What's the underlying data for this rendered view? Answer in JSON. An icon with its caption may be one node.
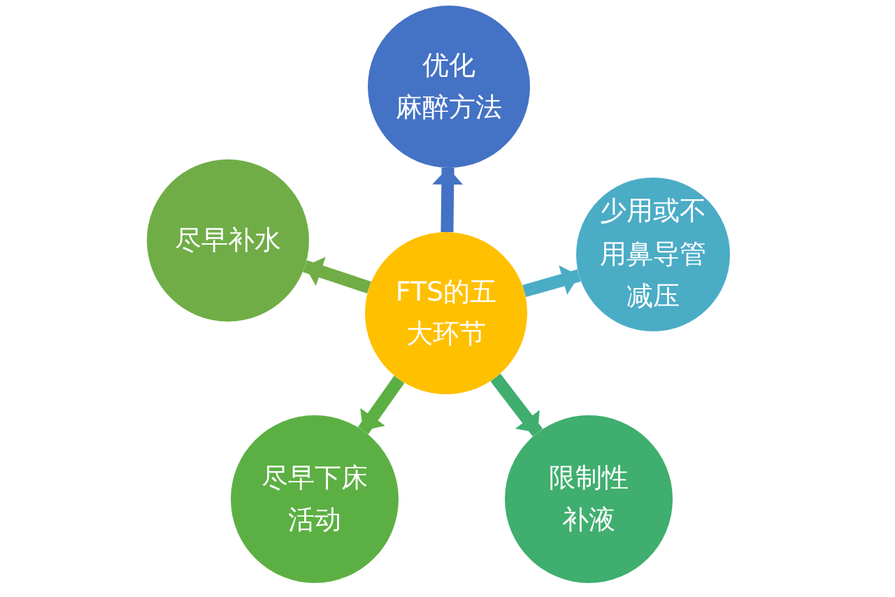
{
  "diagram": {
    "nodes": [
      {
        "text": [
          "FTS的五大环节"
        ]
      },
      {
        "text": [
          "优化麻醉方法"
        ]
      },
      {
        "text": [
          "少用或不用鼻导管减压"
        ]
      },
      {
        "text": [
          "限制性补液"
        ]
      },
      {
        "text": [
          "尽早下床活动"
        ]
      },
      {
        "text": [
          "尽早补水"
        ]
      }
    ],
    "edges": [
      {
        "from": 0,
        "to": 1,
        "arrow": "to",
        "color": "#4472c4"
      },
      {
        "from": 0,
        "to": 2,
        "arrow": "to",
        "color": "#4bacc6"
      },
      {
        "from": 0,
        "to": 3,
        "arrow": "to",
        "color": "#3fae6e"
      },
      {
        "from": 0,
        "to": 4,
        "arrow": "to",
        "color": "#5cb043"
      },
      {
        "from": 0,
        "to": 5,
        "arrow": "to",
        "color": "#70ad47"
      }
    ]
  }
}
